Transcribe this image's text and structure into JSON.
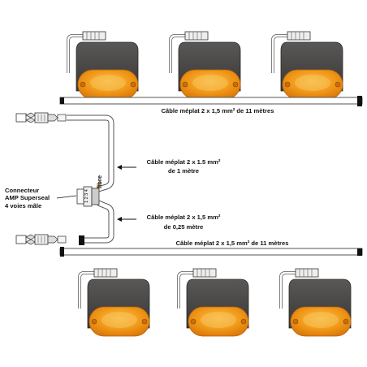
{
  "labels": {
    "top_flat_cable": "Câble méplat 2 x 1,5 mm² de 11 mètres",
    "branch_top_line1": "Câble méplat 2 x 1.5 mm²",
    "branch_top_line2": "de 1 mètre",
    "branch_bottom_line1": "Câble méplat 2 x 1,5 mm²",
    "branch_bottom_line2": "de 0,25 mètre",
    "bottom_flat_cable": "Câble méplat 2 x 1,5 mm² de 11 mètres",
    "connector_line1": "Connecteur",
    "connector_line2": "AMP Superseal",
    "connector_line3": "4 voies mâle",
    "libre": "libre",
    "pins": "1 2 3 4"
  },
  "colors": {
    "lamp_body": "#4a4846",
    "lens_orange": "#f29a18",
    "lens_highlight": "#f7c35a",
    "cable": "#ffffff",
    "cable_outline": "#555555",
    "cable_end": "#111111"
  },
  "icons": {
    "lamp": "side-marker-lamp-icon",
    "plug": "spade-plug-icon",
    "connector": "superseal-connector-icon"
  },
  "lamps": {
    "top_count": 3,
    "bottom_count": 3
  }
}
